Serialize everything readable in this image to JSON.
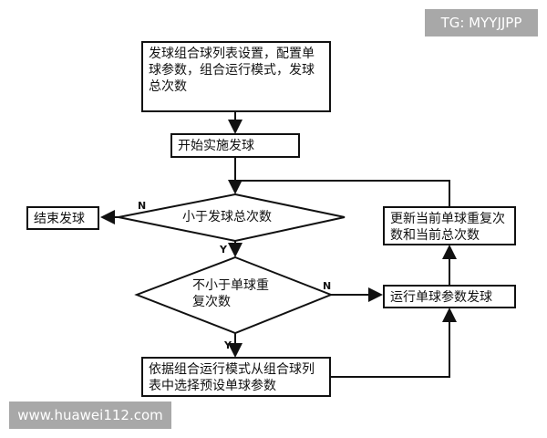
{
  "nodes": {
    "setup": "发球组合球列表设置，配置单球参数，组合运行模式，发球总次数",
    "start": "开始实施发球",
    "decision_total": "小于发球总次数",
    "end": "结束发球",
    "decision_repeat": "不小于单球重复次数",
    "run": "运行单球参数发球",
    "update": "更新当前单球重复次数和当前总次数",
    "select": "依据组合运行模式从组合球列表中选择预设单球参数"
  },
  "edge_labels": {
    "n1": "N",
    "y1": "Y",
    "n2": "N",
    "y2": "Y"
  },
  "watermarks": {
    "top": "TG: MYYJJPP",
    "bottom": "www.huawei112.com"
  }
}
